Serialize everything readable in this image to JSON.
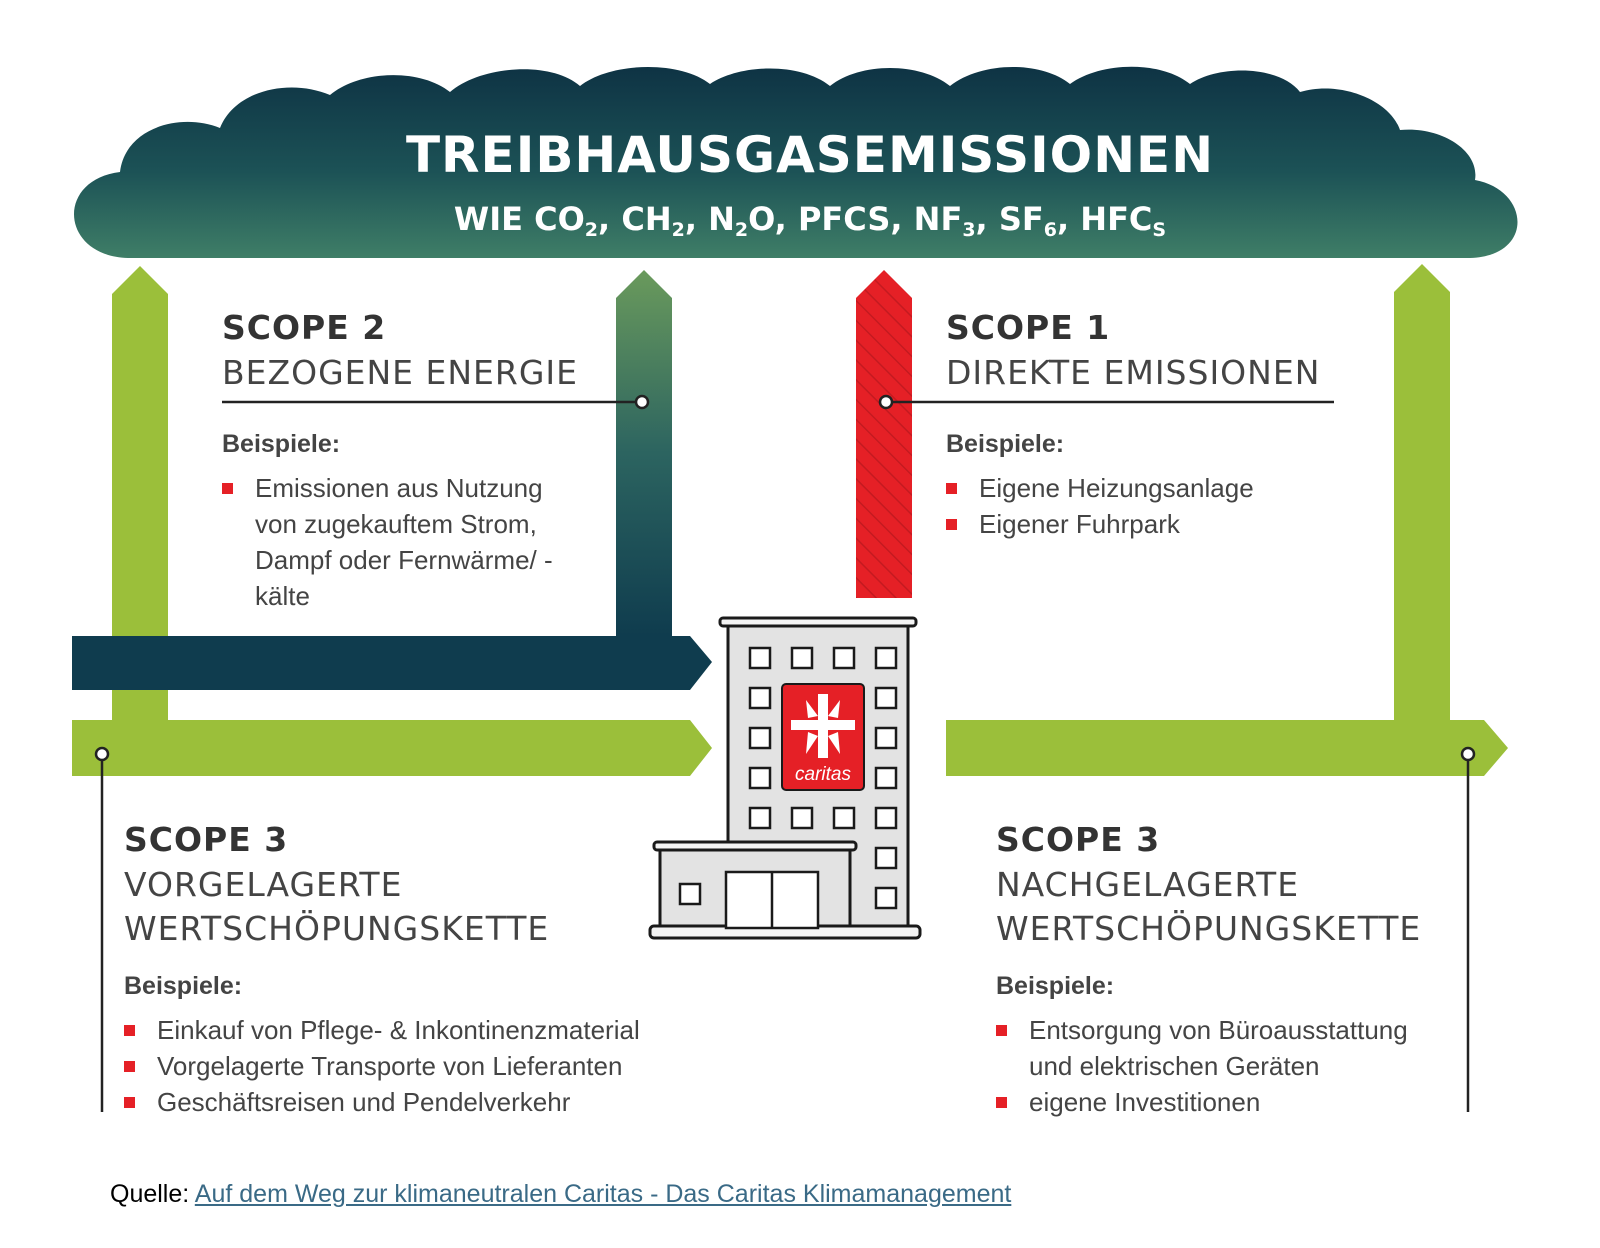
{
  "cloud": {
    "title": "TREIBHAUSGASEMISSIONEN",
    "gases": [
      {
        "base": "WIE CO",
        "sub": "2"
      },
      {
        "base": ", CH",
        "sub": "2"
      },
      {
        "base": ", N",
        "sub": "2"
      },
      {
        "base": "O, PFCS, NF",
        "sub": "3"
      },
      {
        "base": ", SF",
        "sub": "6"
      },
      {
        "base": ", HFC",
        "sub": "S"
      }
    ]
  },
  "scope2": {
    "label": "SCOPE 2",
    "title": "BEZOGENE ENERGIE",
    "examples_label": "Beispiele:",
    "examples": [
      "Emissionen aus Nutzung von zugekauftem Strom, Dampf oder Fernwärme/ -kälte"
    ]
  },
  "scope1": {
    "label": "SCOPE 1",
    "title": "DIREKTE EMISSIONEN",
    "examples_label": "Beispiele:",
    "examples": [
      "Eigene Heizungsanlage",
      "Eigener Fuhrpark"
    ]
  },
  "scope3_up": {
    "label": "SCOPE 3",
    "title_line1": "VORGELAGERTE",
    "title_line2": "WERTSCHÖPUNGSKETTE",
    "examples_label": "Beispiele:",
    "examples": [
      "Einkauf von Pflege- & Inkontinenzmaterial",
      "Vorgelagerte Transporte von Lieferanten",
      "Geschäftsreisen und Pendelverkehr"
    ]
  },
  "scope3_down": {
    "label": "SCOPE 3",
    "title_line1": "NACHGELAGERTE",
    "title_line2": "WERTSCHÖPUNGSKETTE",
    "examples_label": "Beispiele:",
    "examples": [
      "Entsorgung von Büroausstattung und elektrischen Geräten",
      "eigene Investitionen"
    ]
  },
  "logo": {
    "text": "caritas"
  },
  "source": {
    "prefix": "Quelle:",
    "link_text": "Auf dem Weg zur klimaneutralen Caritas - Das Caritas Klimamanagement"
  },
  "colors": {
    "green": "#9bbf3a",
    "dark_teal": "#0f3c4e",
    "red": "#e52026",
    "cloud_top": "#0e3344",
    "cloud_bottom": "#3f7e67"
  }
}
